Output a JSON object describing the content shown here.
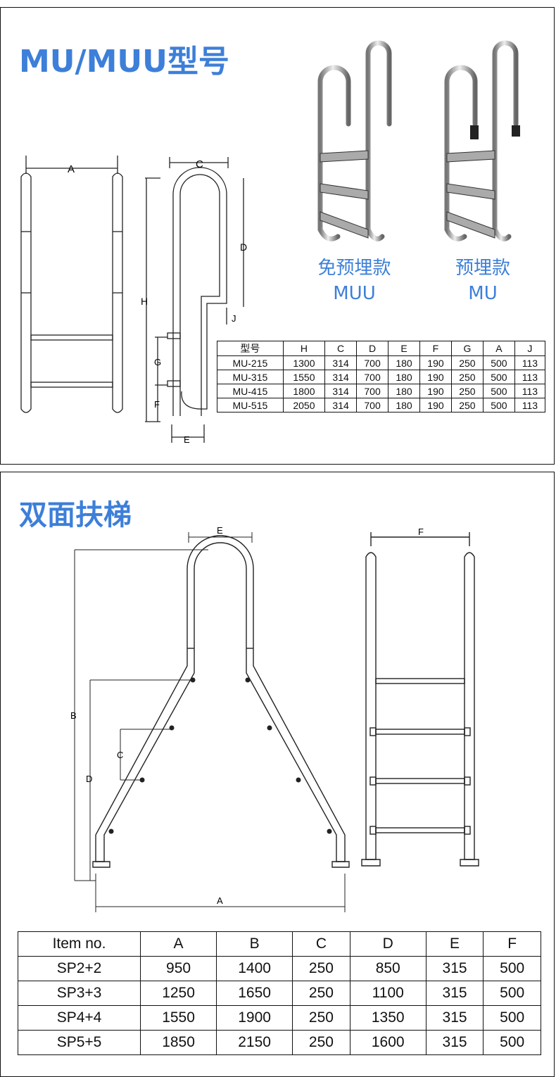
{
  "section1": {
    "title": "MU/MUU型号",
    "product_muu": {
      "caption_cn": "免预埋款",
      "caption_code": "MUU"
    },
    "product_mu": {
      "caption_cn": "预埋款",
      "caption_code": "MU"
    },
    "drawing_labels": {
      "A": "A",
      "C": "C",
      "D": "D",
      "H": "H",
      "G": "G",
      "F": "F",
      "E": "E",
      "J": "J"
    },
    "table": {
      "headers": [
        "型号",
        "H",
        "C",
        "D",
        "E",
        "F",
        "G",
        "A",
        "J"
      ],
      "rows": [
        [
          "MU-215",
          "1300",
          "314",
          "700",
          "180",
          "190",
          "250",
          "500",
          "113"
        ],
        [
          "MU-315",
          "1550",
          "314",
          "700",
          "180",
          "190",
          "250",
          "500",
          "113"
        ],
        [
          "MU-415",
          "1800",
          "314",
          "700",
          "180",
          "190",
          "250",
          "500",
          "113"
        ],
        [
          "MU-515",
          "2050",
          "314",
          "700",
          "180",
          "190",
          "250",
          "500",
          "113"
        ]
      ]
    }
  },
  "section2": {
    "title": "双面扶梯",
    "drawing_labels": {
      "E": "E",
      "F": "F",
      "B": "B",
      "C": "C",
      "D": "D",
      "A": "A"
    },
    "table": {
      "headers": [
        "Item no.",
        "A",
        "B",
        "C",
        "D",
        "E",
        "F"
      ],
      "rows": [
        [
          "SP2+2",
          "950",
          "1400",
          "250",
          "850",
          "315",
          "500"
        ],
        [
          "SP3+3",
          "1250",
          "1650",
          "250",
          "1100",
          "315",
          "500"
        ],
        [
          "SP4+4",
          "1550",
          "1900",
          "250",
          "1350",
          "315",
          "500"
        ],
        [
          "SP5+5",
          "1850",
          "2150",
          "250",
          "1600",
          "315",
          "500"
        ]
      ]
    }
  }
}
